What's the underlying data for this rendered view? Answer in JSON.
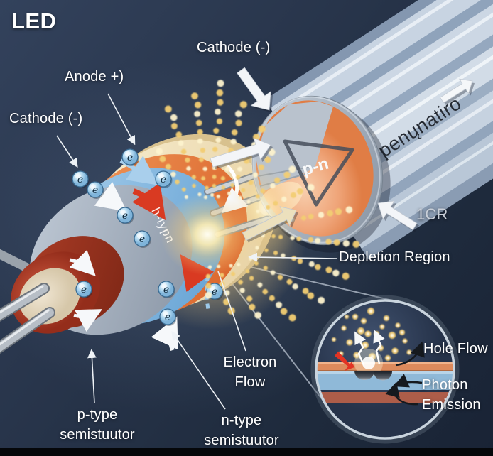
{
  "title": "LED",
  "labels": {
    "anode": "Anode +)",
    "cathode_left": "Cathode (-)",
    "cathode_top": "Cathode (-)",
    "tube_text": "penųnatiro",
    "one_cr": "1CR",
    "depletion_region": "Depletion Region",
    "electron_flow": {
      "line1": "Electron",
      "line2": "Flow"
    },
    "p_type": {
      "line1": "p-type",
      "line2": "semistuutor"
    },
    "n_type": {
      "line1": "n-type",
      "line2": "semistuutor"
    },
    "hole_flow": "Hole Flow",
    "photon_emission": {
      "line1": "Photon",
      "line2": "Emission"
    },
    "junction": "p-n",
    "band_text": "h-typn"
  },
  "symbols": {
    "electron": "e"
  },
  "colors": {
    "background_top": "#33425c",
    "background_bottom": "#192335",
    "glow_yellow": "#f6d78c",
    "p_type_red": "#a83a26",
    "n_type_blue": "#6fa9d8",
    "hole_band_orange": "#e4763c",
    "outer_band_cream": "#f2e4ba",
    "metal_gray": "#b9c5d4",
    "arrow_red": "#d93a22",
    "label_white": "#ffffff"
  }
}
